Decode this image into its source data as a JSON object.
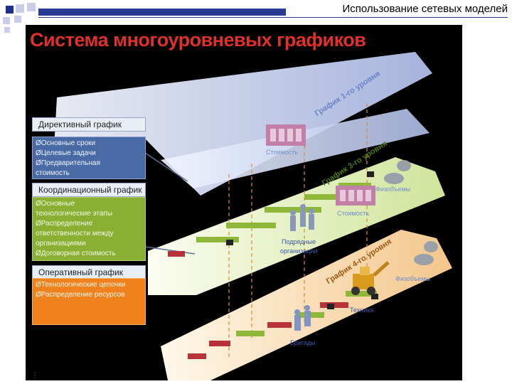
{
  "header": {
    "section_title": "Использование сетевых моделей"
  },
  "slide": {
    "title": "Система многоуровневых графиков",
    "levels": [
      {
        "name": "Директивный график",
        "items": [
          "ØОсновные сроки",
          "ØЦелевые задачи",
          "ØПредварительная",
          "стоимость"
        ],
        "plane_label": "График 1-го уровня"
      },
      {
        "name": "Координационный график",
        "items": [
          "ØОсновные",
          "технологические этапы",
          "ØРаспределение",
          "ответственности между",
          "организациями",
          "ØДоговорная стоимость"
        ],
        "plane_label": "График 3-го уровня"
      },
      {
        "name": "Оперативный график",
        "items": [
          "ØТехнологические цепочки",
          "ØРаспределение ресурсов"
        ],
        "plane_label": "График 4-го уровня"
      }
    ],
    "resource_labels": {
      "cost_1": "Стоимость",
      "cost_2": "Стоимость",
      "physical_1": "Физобъемы",
      "physical_2": "Физобъемы",
      "contractors_1": "Подрядные",
      "contractors_2": "организации",
      "machinery": "Техника",
      "crews": "Бригады"
    },
    "bottom_text": "⋮"
  },
  "colors": {
    "brand_blue": "#2b3a94",
    "title_red": "#e0302a",
    "directive_blue": "#4a6aa6",
    "coord_green": "#89b032",
    "operative_orange": "#f0821e"
  }
}
